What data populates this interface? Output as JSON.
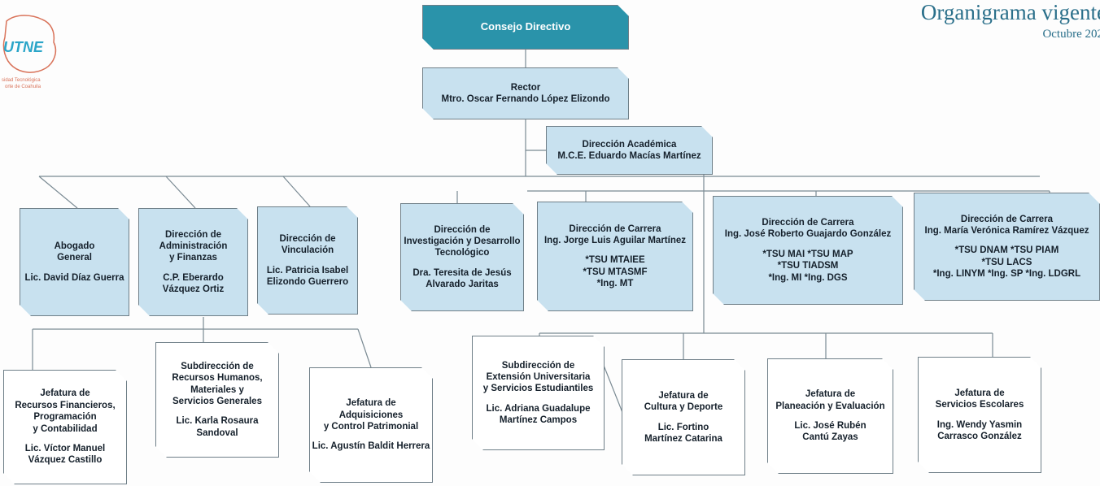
{
  "header": {
    "title": "Organigrama vigente",
    "subtitle": "Octubre 202"
  },
  "logo": {
    "mark": "UTNE",
    "caption_lines": [
      "sidad Tecnológica",
      "orte de Coahuila"
    ]
  },
  "colors": {
    "top_box": "#2a93aa",
    "level_box": "#c8e1ef",
    "box_border": "#6f7f88",
    "connector": "#7a8a93",
    "title": "#2a6f8a"
  },
  "nodes": {
    "consejo": {
      "lines": [
        "Consejo Directivo"
      ]
    },
    "rector": {
      "lines": [
        "Rector",
        "Mtro. Oscar Fernando López Elizondo"
      ]
    },
    "direccion_academica": {
      "lines": [
        "Dirección Académica",
        "M.C.E. Eduardo Macías Martínez"
      ]
    },
    "abogado": {
      "lines": [
        "Abogado",
        "General",
        "",
        "Lic. David Díaz Guerra"
      ]
    },
    "administracion": {
      "lines": [
        "Dirección de",
        "Administración",
        "y Finanzas",
        "",
        "C.P. Eberardo",
        "Vázquez Ortiz"
      ]
    },
    "vinculacion": {
      "lines": [
        "Dirección de",
        "Vinculación",
        "",
        "Lic. Patricia Isabel",
        "Elizondo Guerrero"
      ]
    },
    "investigacion": {
      "lines": [
        "Dirección de",
        "Investigación y Desarrollo",
        "Tecnológico",
        "",
        "Dra. Teresita de Jesús",
        "Alvarado Jaritas"
      ]
    },
    "carrera_aguilar": {
      "lines": [
        "Dirección de Carrera",
        "Ing. Jorge Luis Aguilar Martínez",
        "",
        "*TSU MTAIEE",
        "*TSU MTASMF",
        "*Ing. MT"
      ]
    },
    "carrera_guajardo": {
      "lines": [
        "Dirección de Carrera",
        "Ing. José Roberto Guajardo González",
        "",
        "*TSU MAI        *TSU MAP",
        "*TSU TIADSM",
        "*Ing. MI        *Ing. DGS"
      ]
    },
    "carrera_ramirez": {
      "lines": [
        "Dirección de Carrera",
        "Ing. María Verónica Ramírez Vázquez",
        "",
        "*TSU DNAM        *TSU PIAM",
        "*TSU LACS",
        "*Ing. LINYM   *Ing. SP *Ing. LDGRL"
      ]
    },
    "recursos_financieros": {
      "lines": [
        "Jefatura de",
        "Recursos Financieros,",
        "Programación",
        "y Contabilidad",
        "",
        "Lic. Víctor Manuel",
        "Vázquez Castillo"
      ]
    },
    "recursos_humanos": {
      "lines": [
        "Subdirección de",
        "Recursos Humanos,",
        "Materiales y",
        "Servicios Generales",
        "",
        "Lic. Karla Rosaura",
        "Sandoval"
      ]
    },
    "adquisiciones": {
      "lines": [
        "Jefatura de",
        "Adquisiciones",
        "y Control Patrimonial",
        "",
        "Lic. Agustín Baldit Herrera"
      ]
    },
    "extension": {
      "lines": [
        "Subdirección de",
        "Extensión Universitaria",
        "y Servicios Estudiantiles",
        "",
        "Lic. Adriana Guadalupe",
        "Martínez Campos"
      ]
    },
    "cultura": {
      "lines": [
        "Jefatura de",
        "Cultura y Deporte",
        "",
        "Lic. Fortino",
        "Martínez Catarina"
      ]
    },
    "planeacion": {
      "lines": [
        "Jefatura de",
        "Planeación y Evaluación",
        "",
        "Lic. José Rubén",
        "Cantú Zayas"
      ]
    },
    "escolares": {
      "lines": [
        "Jefatura de",
        "Servicios Escolares",
        "",
        "Ing. Wendy Yasmin",
        "Carrasco González"
      ]
    }
  }
}
